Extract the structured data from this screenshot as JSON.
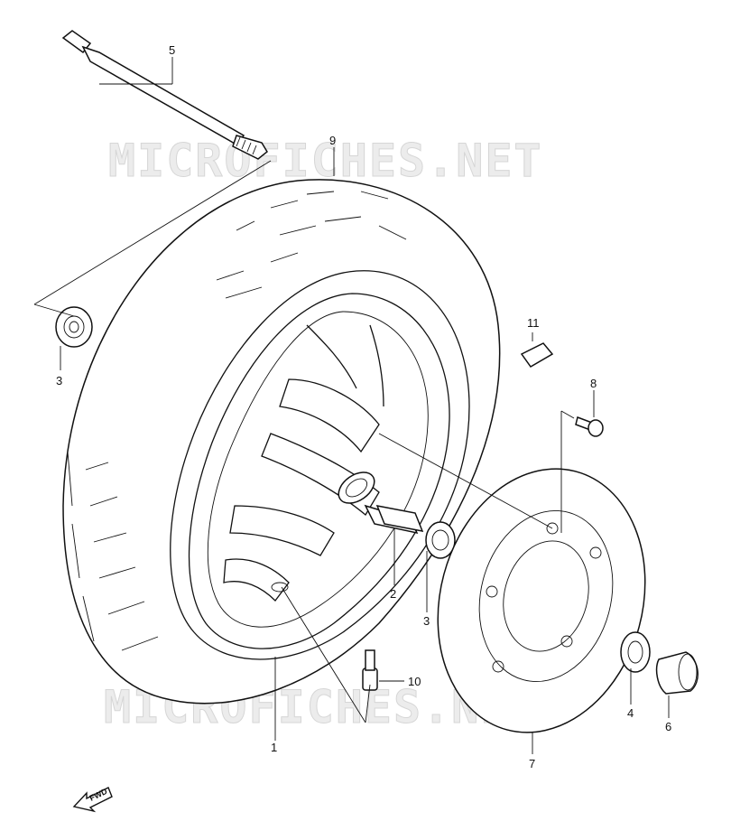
{
  "watermark": "MICROFICHES.NET",
  "fwd_label": "FWD",
  "callouts": [
    {
      "id": "1",
      "label": "1"
    },
    {
      "id": "2",
      "label": "2"
    },
    {
      "id": "3a",
      "label": "3"
    },
    {
      "id": "3b",
      "label": "3"
    },
    {
      "id": "4",
      "label": "4"
    },
    {
      "id": "5",
      "label": "5"
    },
    {
      "id": "6",
      "label": "6"
    },
    {
      "id": "7",
      "label": "7"
    },
    {
      "id": "8",
      "label": "8"
    },
    {
      "id": "9",
      "label": "9"
    },
    {
      "id": "10",
      "label": "10"
    },
    {
      "id": "11",
      "label": "11"
    }
  ],
  "icons": {
    "fwd_arrow": "fwd-arrow-icon"
  }
}
